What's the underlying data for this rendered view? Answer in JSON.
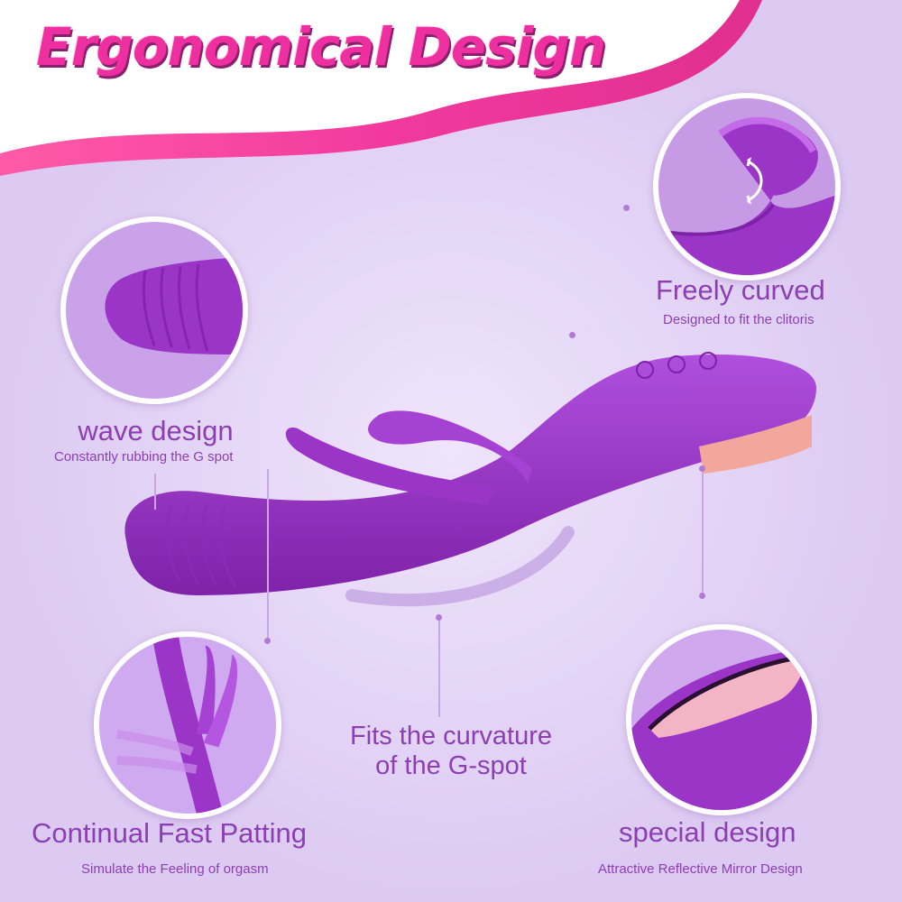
{
  "header": {
    "title": "Ergonomical Design"
  },
  "features": {
    "freely_curved": {
      "title": "Freely curved",
      "subtitle": "Designed to fit the clitoris"
    },
    "wave_design": {
      "title": "wave design",
      "subtitle": "Constantly rubbing the G spot"
    },
    "curvature": {
      "line1": "Fits the curvature",
      "line2": "of the G-spot"
    },
    "patting": {
      "title": "Continual Fast Patting",
      "subtitle": "Simulate the Feeling of orgasm"
    },
    "special": {
      "title": "special design",
      "subtitle": "Attractive Reflective Mirror Design"
    }
  },
  "colors": {
    "background": "#dccaf2",
    "wave_pink": "#f23a9e",
    "title_pink": "#ee2fa0",
    "product_purple": "#9b35c7",
    "text_purple": "#8c3fb3"
  },
  "icons": [
    "curve-arrow-icon"
  ]
}
